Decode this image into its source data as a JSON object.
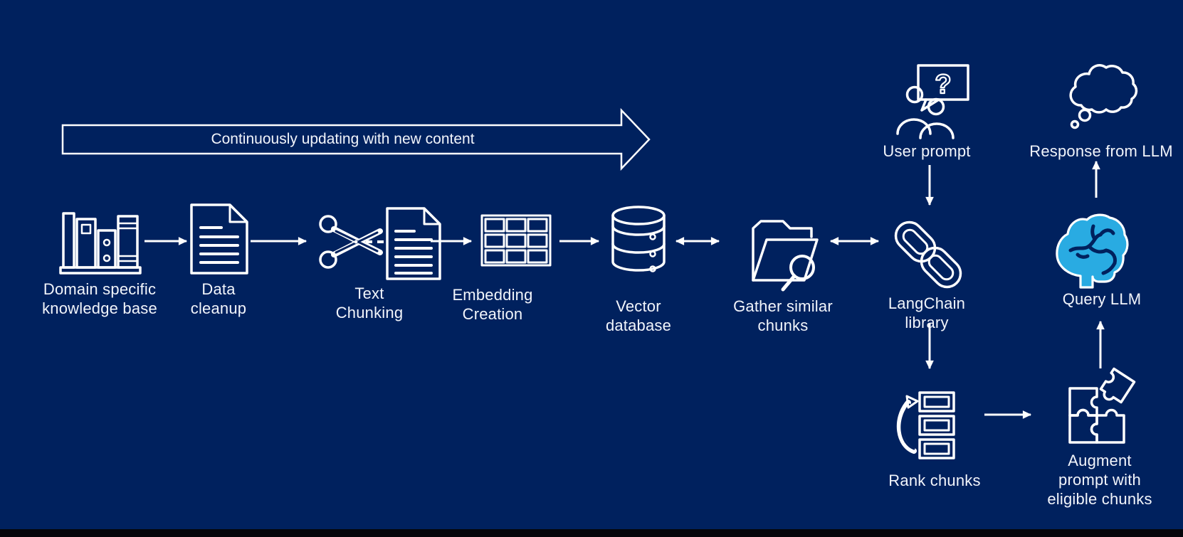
{
  "diagram": {
    "background_color": "#00215E",
    "footer_bar_color": "#05060B",
    "icon_color": "#FFFFFF",
    "accent_color": "#29ABE2",
    "banner": {
      "label": "Continuously updating with new content"
    },
    "nodes": {
      "knowledge_base": {
        "label": "Domain specific\nknowledge base",
        "icon": "bookshelf-icon"
      },
      "data_cleanup": {
        "label": "Data\ncleanup",
        "icon": "document-icon"
      },
      "text_chunking": {
        "label": "Text\nChunking",
        "icon": "scissors-document-icon"
      },
      "embedding_creation": {
        "label": "Embedding\nCreation",
        "icon": "grid-icon"
      },
      "vector_database": {
        "label": "Vector\ndatabase",
        "icon": "database-icon"
      },
      "gather_chunks": {
        "label": "Gather similar\nchunks",
        "icon": "folder-search-icon"
      },
      "langchain": {
        "label": "LangChain\nlibrary",
        "icon": "chain-links-icon"
      },
      "user_prompt": {
        "label": "User prompt",
        "icon": "user-question-icon",
        "bubble_glyph": "?"
      },
      "response_llm": {
        "label": "Response from LLM",
        "icon": "thought-cloud-icon"
      },
      "query_llm": {
        "label": "Query LLM",
        "icon": "brain-icon"
      },
      "rank_chunks": {
        "label": "Rank chunks",
        "icon": "rank-list-icon"
      },
      "augment_prompt": {
        "label": "Augment\nprompt with\neligible chunks",
        "icon": "puzzle-icon"
      }
    }
  }
}
